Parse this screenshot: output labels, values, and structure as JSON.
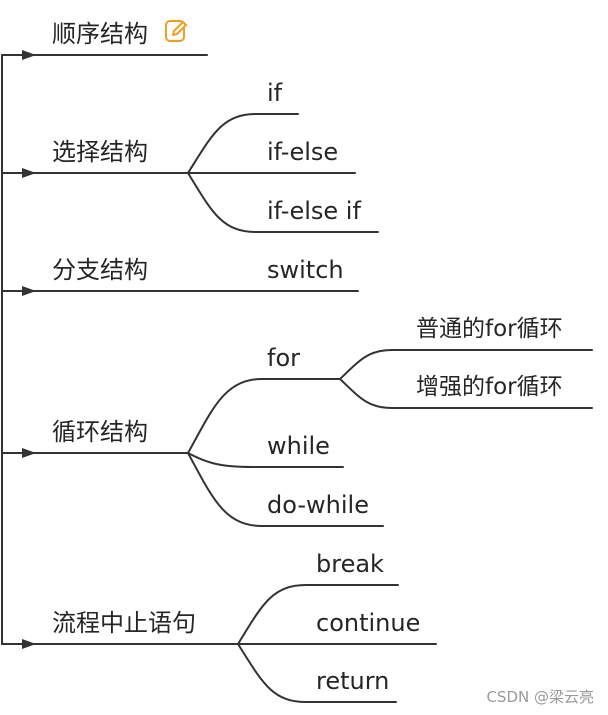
{
  "colors": {
    "line": "#333333",
    "text": "#262626",
    "icon": "#f0a020",
    "watermark": "#9a9a9a"
  },
  "edit_icon": "edit-pencil-icon",
  "tree": {
    "sequential": "顺序结构",
    "selection": {
      "label": "选择结构",
      "children": [
        "if",
        "if-else",
        "if-else if"
      ]
    },
    "branch": {
      "label": "分支结构",
      "children": [
        "switch"
      ]
    },
    "loop": {
      "label": "循环结构",
      "for": {
        "label": "for",
        "children": [
          "普通的for循环",
          "增强的for循环"
        ]
      },
      "children": [
        "while",
        "do-while"
      ]
    },
    "flow_stop": {
      "label": "流程中止语句",
      "children": [
        "break",
        "continue",
        "return"
      ]
    }
  },
  "watermark": "CSDN @梁云亮"
}
